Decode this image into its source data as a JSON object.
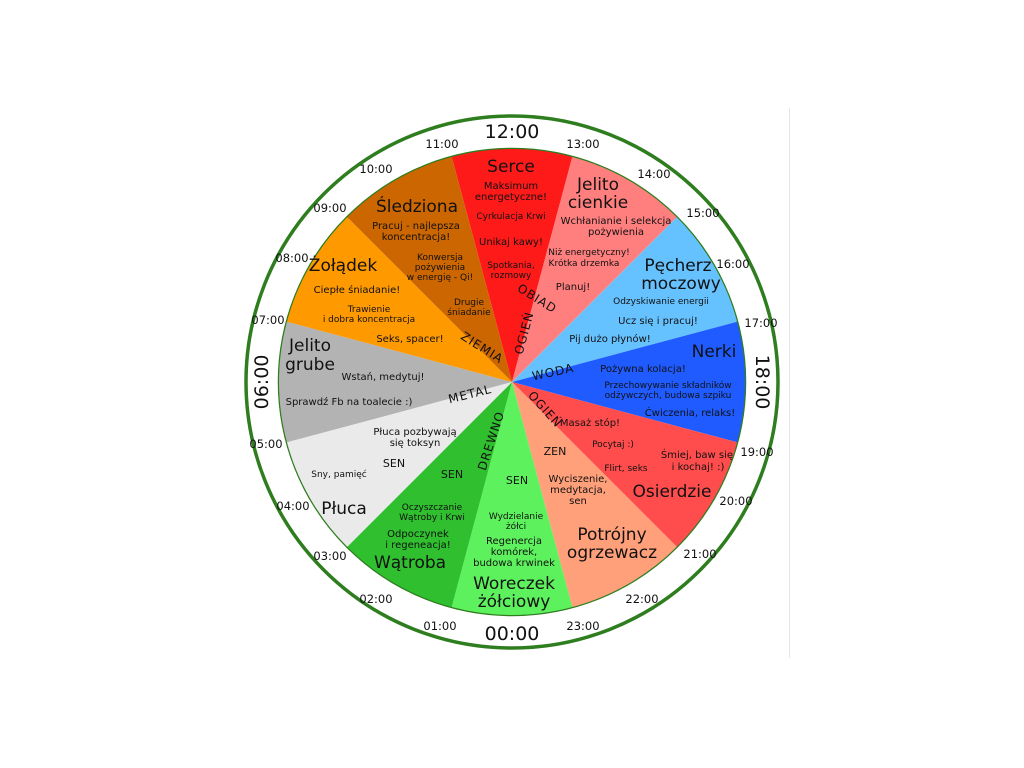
{
  "colors": {
    "ring": "#2e7d1e",
    "serce": "#ff1a1a",
    "jelito_cienkie": "#ff7f7f",
    "pecherz": "#66c2ff",
    "nerki": "#1f5bff",
    "osierdzie": "#ff4d4d",
    "potrojny": "#ffa07a",
    "woreczek": "#5df25d",
    "watroba": "#2fbf2f",
    "pluca": "#eaeaea",
    "jelito_grube": "#b3b3b3",
    "zoladek": "#ff9900",
    "sledziona": "#cc6600"
  },
  "big_hours": {
    "top": "12:00",
    "right": "18:00",
    "bottom": "00:00",
    "left": "06:00"
  },
  "hours": {
    "h13": "13:00",
    "h14": "14:00",
    "h15": "15:00",
    "h16": "16:00",
    "h17": "17:00",
    "h19": "19:00",
    "h20": "20:00",
    "h21": "21:00",
    "h22": "22:00",
    "h23": "23:00",
    "h01": "01:00",
    "h02": "02:00",
    "h03": "03:00",
    "h04": "04:00",
    "h05": "05:00",
    "h07": "07:00",
    "h08": "08:00",
    "h09": "09:00",
    "h10": "10:00",
    "h11": "11:00"
  },
  "organs": {
    "serce": {
      "name": "Serce",
      "n1": "Maksimum",
      "n2": "energetyczne!",
      "n3": "Cyrkulacja Krwi",
      "n4": "Unikaj kawy!",
      "n5": "Spotkania,",
      "n6": "rozmowy"
    },
    "jelito_cienkie": {
      "name1": "Jelito",
      "name2": "cienkie",
      "n1": "Wchłanianie i selekcja",
      "n2": "pożywienia",
      "n3": "Niż energetyczny!",
      "n4": "Krótka drzemka",
      "n5": "Planuj!"
    },
    "pecherz": {
      "name1": "Pęcherz",
      "name2": "moczowy",
      "n1": "Odzyskiwanie energii",
      "n2": "Ucz się i pracuj!",
      "n3": "Pij dużo płynów!"
    },
    "nerki": {
      "name": "Nerki",
      "n1": "Pożywna kolacja!",
      "n2": "Przechowywanie składników",
      "n3": "odżywczych, budowa szpiku",
      "n4": "Ćwiczenia, relaks!"
    },
    "osierdzie": {
      "name": "Osierdzie",
      "n1": "Masaż stóp!",
      "n2": "Pocytaj :)",
      "n3": "Flirt, seks",
      "n4": "Śmiej, baw się",
      "n5": "i kochaj! :)"
    },
    "potrojny": {
      "name1": "Potrójny",
      "name2": "ogrzewacz",
      "n1": "ZEN",
      "n2": "Wyciszenie,",
      "n3": "medytacja,",
      "n4": "sen"
    },
    "woreczek": {
      "name1": "Woreczek",
      "name2": "żółciowy",
      "n1": "SEN",
      "n2": "Wydzielanie",
      "n3": "żółci",
      "n4": "Regenercja",
      "n5": "komórek,",
      "n6": "budowa krwinek"
    },
    "watroba": {
      "name": "Wątroba",
      "n1": "SEN",
      "n2": "Oczyszczanie",
      "n3": "Wątroby i Krwi",
      "n4": "Odpoczynek",
      "n5": "i regeneacja!"
    },
    "pluca": {
      "name": "Płuca",
      "n1": "Płuca pozbywają",
      "n2": "się toksyn",
      "n3": "SEN",
      "n4": "Sny, pamięć"
    },
    "jelito_grube": {
      "name1": "Jelito",
      "name2": "grube",
      "n1": "Wstań, medytuj!",
      "n2": "Sprawdź Fb na toalecie :)"
    },
    "zoladek": {
      "name": "Żołądek",
      "n1": "Ciepłe śniadanie!",
      "n2": "Trawienie",
      "n3": "i dobra koncentracja",
      "n4": "Seks, spacer!"
    },
    "sledziona": {
      "name": "Śledziona",
      "n1": "Pracuj - najlepsza",
      "n2": "koncentracja!",
      "n3": "Konwersja",
      "n4": "pożywienia",
      "n5": "w energię - Qi!",
      "n6": "Drugie",
      "n7": "śniadanie"
    }
  },
  "elements": {
    "obiad": "OBIAD",
    "ogien_top": "OGIEŃ",
    "woda": "WODA",
    "ogien_right": "OGIEŃ",
    "drewno": "DREWNO",
    "metal": "METAL",
    "ziemia": "ZIEMIA"
  }
}
